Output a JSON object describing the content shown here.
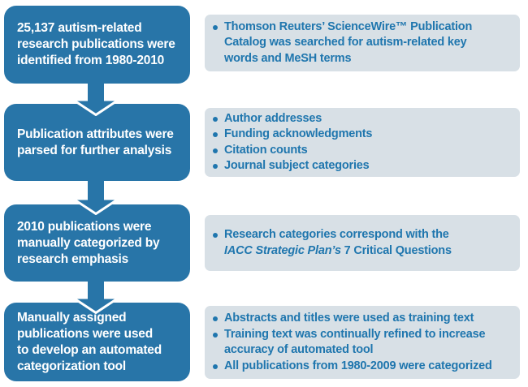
{
  "colors": {
    "box_blue": "#2875A8",
    "panel_gray": "#D8E0E6",
    "text_blue": "#1F76AE",
    "text_white": "#FFFFFF"
  },
  "rows": [
    {
      "step": "25,137 autism-related\nresearch publications were\nidentified from 1980-2010",
      "bullets": [
        {
          "text": "Thomson Reuters’ ScienceWire™ Publication\nCatalog was searched for autism-related key\nwords and MeSH terms"
        }
      ]
    },
    {
      "step": "Publication attributes were\nparsed for further analysis",
      "bullets": [
        {
          "text": "Author addresses"
        },
        {
          "text": "Funding acknowledgments"
        },
        {
          "text": "Citation counts"
        },
        {
          "text": "Journal subject categories"
        }
      ]
    },
    {
      "step": "2010 publications were\nmanually categorized by\nresearch emphasis",
      "bullets": [
        {
          "prefix": "Research categories correspond with the\n",
          "italic": "IACC Strategic Plan’s",
          "suffix": " 7 Critical Questions"
        }
      ]
    },
    {
      "step": "Manually assigned\npublications were used\nto develop an automated\ncategorization tool",
      "bullets": [
        {
          "text": "Abstracts and titles were used as training text"
        },
        {
          "text": "Training text was continually refined to increase\naccuracy of automated tool"
        },
        {
          "text": "All publications from 1980-2009 were categorized"
        }
      ]
    }
  ]
}
